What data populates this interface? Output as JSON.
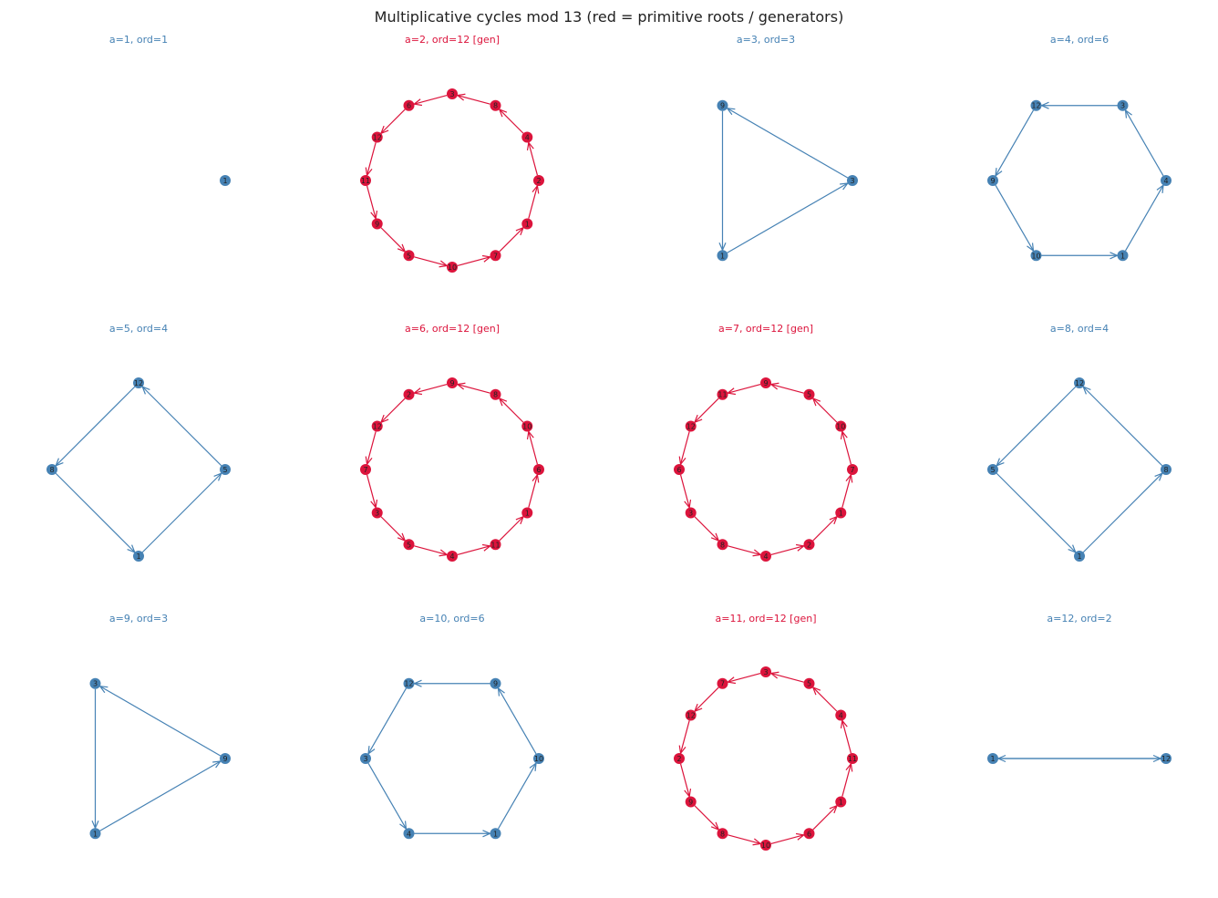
{
  "title": "Multiplicative cycles mod 13  (red = primitive roots / generators)",
  "colors": {
    "generator": "#dc143c",
    "non_generator": "#4682b4"
  },
  "panels": [
    {
      "title": "a=1, ord=1",
      "generator": false,
      "cycle": [
        1
      ]
    },
    {
      "title": "a=2, ord=12 [gen]",
      "generator": true,
      "cycle": [
        1,
        2,
        4,
        8,
        3,
        6,
        12,
        11,
        9,
        5,
        10,
        7
      ]
    },
    {
      "title": "a=3, ord=3",
      "generator": false,
      "cycle": [
        1,
        3,
        9
      ]
    },
    {
      "title": "a=4, ord=6",
      "generator": false,
      "cycle": [
        1,
        4,
        3,
        12,
        9,
        10
      ]
    },
    {
      "title": "a=5, ord=4",
      "generator": false,
      "cycle": [
        1,
        5,
        12,
        8
      ]
    },
    {
      "title": "a=6, ord=12 [gen]",
      "generator": true,
      "cycle": [
        1,
        6,
        10,
        8,
        9,
        2,
        12,
        7,
        3,
        5,
        4,
        11
      ]
    },
    {
      "title": "a=7, ord=12 [gen]",
      "generator": true,
      "cycle": [
        1,
        7,
        10,
        5,
        9,
        11,
        12,
        6,
        3,
        8,
        4,
        2
      ]
    },
    {
      "title": "a=8, ord=4",
      "generator": false,
      "cycle": [
        1,
        8,
        12,
        5
      ]
    },
    {
      "title": "a=9, ord=3",
      "generator": false,
      "cycle": [
        1,
        9,
        3
      ]
    },
    {
      "title": "a=10, ord=6",
      "generator": false,
      "cycle": [
        1,
        10,
        9,
        12,
        3,
        4
      ]
    },
    {
      "title": "a=11, ord=12 [gen]",
      "generator": true,
      "cycle": [
        1,
        11,
        4,
        5,
        3,
        7,
        12,
        2,
        9,
        8,
        10,
        6
      ]
    },
    {
      "title": "a=12, ord=2",
      "generator": false,
      "cycle": [
        1,
        12
      ]
    }
  ]
}
